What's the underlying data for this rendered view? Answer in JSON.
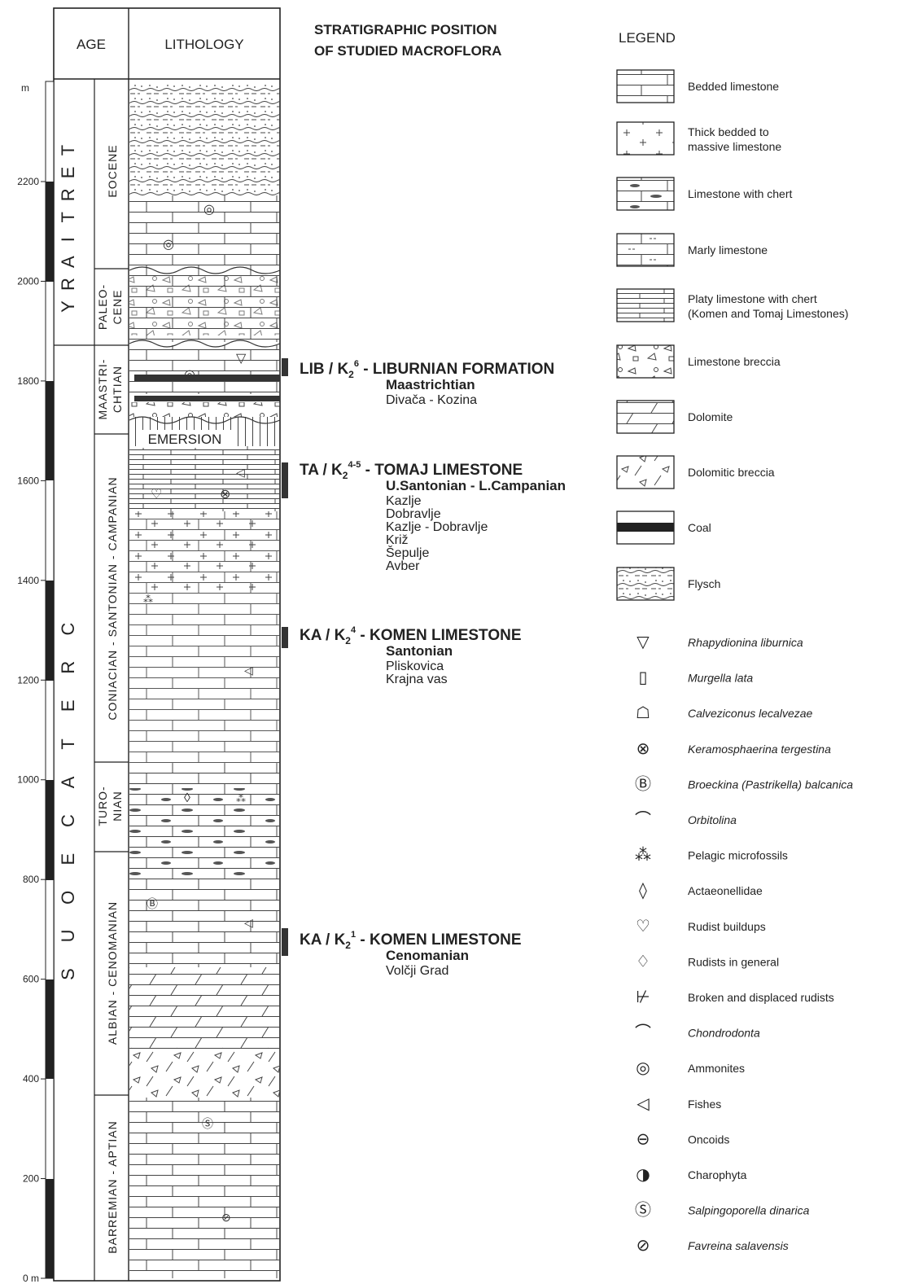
{
  "headers": {
    "age": "AGE",
    "lithology": "LITHOLOGY",
    "stratigraphic_line1": "STRATIGRAPHIC POSITION",
    "stratigraphic_line2": "OF STUDIED MACROFLORA",
    "legend": "LEGEND"
  },
  "scale": {
    "unit": "m",
    "ticks": [
      "0 m",
      "200",
      "400",
      "600",
      "800",
      "1000",
      "1200",
      "1400",
      "1600",
      "1800",
      "2000",
      "2200"
    ],
    "tick_values": [
      0,
      200,
      400,
      600,
      800,
      1000,
      1200,
      1400,
      1600,
      1800,
      2000,
      2200
    ]
  },
  "periods": [
    {
      "name": "TERTIARY",
      "letters": [
        "T",
        "E",
        "R",
        "T",
        "I",
        "A",
        "R",
        "Y"
      ]
    },
    {
      "name": "CRETACEOUS",
      "letters": [
        "C",
        "R",
        "E",
        "T",
        "A",
        "C",
        "E",
        "O",
        "U",
        "S"
      ]
    }
  ],
  "stages": [
    "EOCENE",
    "PALEO-",
    "CENE",
    "MAASTRI-",
    "CHTIAN",
    "CONIACIAN - SANTONIAN - CAMPANIAN",
    "TURO-",
    "NIAN",
    "ALBIAN - CENOMANIAN",
    "BARREMIAN - APTIAN"
  ],
  "lithology_note": "EMERSION",
  "formations": [
    {
      "code": "LIB / K",
      "sub": "2",
      "sup": "6",
      "name": " - LIBURNIAN FORMATION",
      "stage": "Maastrichtian",
      "localities": [
        "Divača - Kozina"
      ]
    },
    {
      "code": "TA / K",
      "sub": "2",
      "sup": "4-5",
      "name": " - TOMAJ LIMESTONE",
      "stage": "U.Santonian - L.Campanian",
      "localities": [
        "Kazlje",
        "Dobravlje",
        "Kazlje - Dobravlje",
        "Križ",
        "Šepulje",
        "Avber"
      ]
    },
    {
      "code": "KA / K",
      "sub": "2",
      "sup": "4",
      "name": " - KOMEN LIMESTONE",
      "stage": "Santonian",
      "localities": [
        "Pliskovica",
        "Krajna vas"
      ]
    },
    {
      "code": "KA / K",
      "sub": "2",
      "sup": "1",
      "name": " - KOMEN LIMESTONE",
      "stage": "Cenomanian",
      "localities": [
        "Volčji Grad"
      ]
    }
  ],
  "legend_lithology": [
    {
      "label": "Bedded limestone"
    },
    {
      "label": "Thick bedded to",
      "label2": "massive limestone"
    },
    {
      "label": "Limestone with chert"
    },
    {
      "label": "Marly limestone"
    },
    {
      "label": "Platy limestone with chert",
      "label2": "(Komen and Tomaj Limestones)"
    },
    {
      "label": "Limestone breccia"
    },
    {
      "label": "Dolomite"
    },
    {
      "label": "Dolomitic breccia"
    },
    {
      "label": "Coal"
    },
    {
      "label": "Flysch"
    }
  ],
  "legend_fossils": [
    {
      "label": "Rhapydionina liburnica",
      "italic": true,
      "icon": "rhapydionina-icon"
    },
    {
      "label": "Murgella lata",
      "italic": true,
      "icon": "murgella-icon"
    },
    {
      "label": "Calveziconus lecalvezae",
      "italic": true,
      "icon": "calveziconus-icon"
    },
    {
      "label": "Keramosphaerina tergestina",
      "italic": true,
      "icon": "keramosphaerina-icon"
    },
    {
      "label": "Broeckina (Pastrikella) balcanica",
      "italic": true,
      "icon": "broeckina-icon"
    },
    {
      "label": "Orbitolina",
      "italic": true,
      "icon": "orbitolina-icon"
    },
    {
      "label": "Pelagic microfossils",
      "italic": false,
      "icon": "pelagic-microfossils-icon"
    },
    {
      "label": "Actaeonellidae",
      "italic": false,
      "icon": "actaeonellidae-icon"
    },
    {
      "label": "Rudist buildups",
      "italic": false,
      "icon": "rudist-buildups-icon"
    },
    {
      "label": "Rudists in general",
      "italic": false,
      "icon": "rudist-icon"
    },
    {
      "label": "Broken and displaced rudists",
      "italic": false,
      "icon": "broken-rudists-icon"
    },
    {
      "label": "Chondrodonta",
      "italic": true,
      "icon": "chondrodonta-icon"
    },
    {
      "label": "Ammonites",
      "italic": false,
      "icon": "ammonite-icon"
    },
    {
      "label": "Fishes",
      "italic": false,
      "icon": "fish-icon"
    },
    {
      "label": "Oncoids",
      "italic": false,
      "icon": "oncoid-icon"
    },
    {
      "label": "Charophyta",
      "italic": false,
      "icon": "charophyta-icon"
    },
    {
      "label": "Salpingoporella dinarica",
      "italic": true,
      "icon": "salpingoporella-icon"
    },
    {
      "label": "Favreina salavensis",
      "italic": true,
      "icon": "favreina-icon"
    }
  ]
}
